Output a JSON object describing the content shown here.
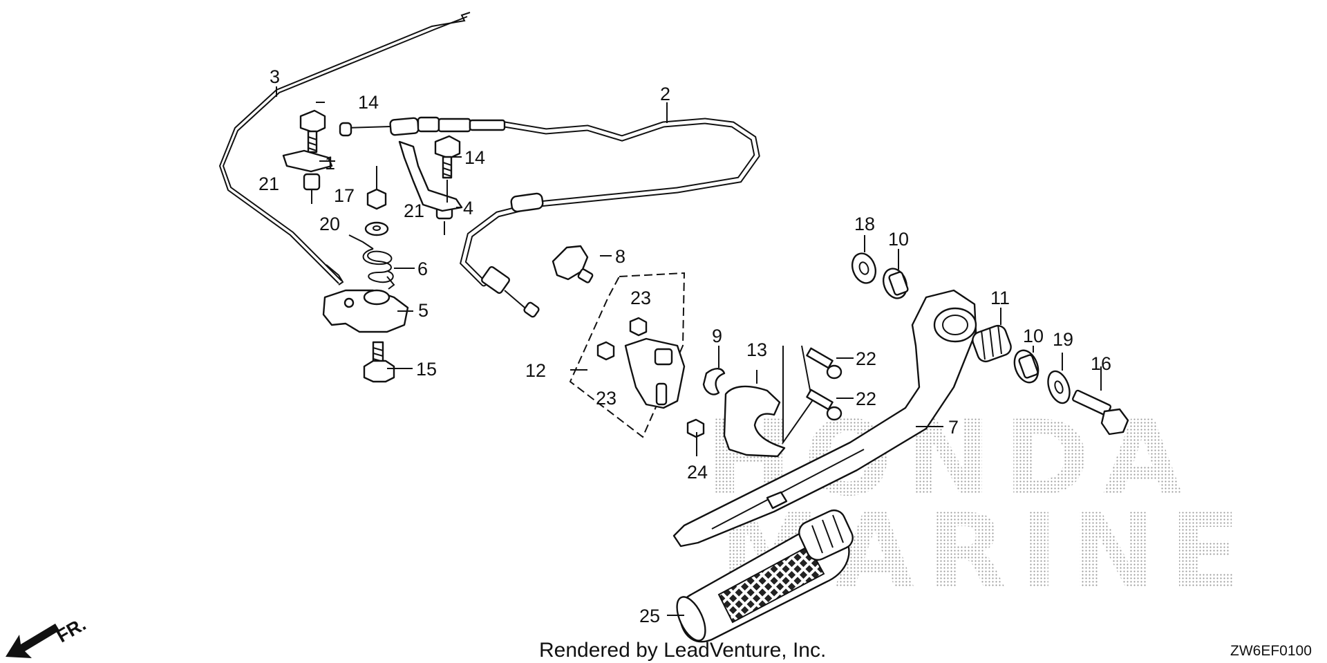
{
  "diagram": {
    "callouts": [
      "1",
      "2",
      "3",
      "4",
      "5",
      "6",
      "7",
      "8",
      "9",
      "10",
      "10",
      "11",
      "12",
      "13",
      "14",
      "14",
      "15",
      "16",
      "17",
      "18",
      "19",
      "20",
      "21",
      "21",
      "22",
      "22",
      "23",
      "23",
      "24",
      "25"
    ],
    "watermark_line1": "HONDA",
    "watermark_line2": "MARINE",
    "direction_label": "FR.",
    "footer": "Rendered by LeadVenture, Inc.",
    "diagram_code": "ZW6EF0100"
  }
}
